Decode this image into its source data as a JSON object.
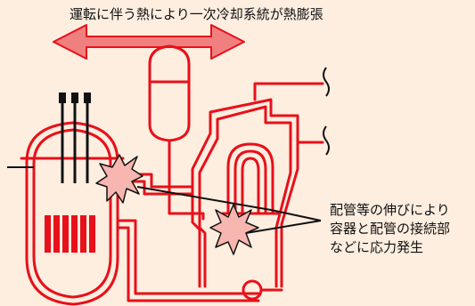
{
  "title": "運転に伴う熱により一次冷却系統が熱膨張",
  "stress_note": {
    "lines": [
      "配管等の伸びにより",
      "容器と配管の接続部",
      "などに応力発生"
    ]
  },
  "colors": {
    "background": "#fdeee0",
    "pipe": "#e8101a",
    "fuel": "#e8101a",
    "burst_fill": "#f7b6b0",
    "arrow_fill": "#f08080",
    "text": "#111111"
  },
  "icons": [
    "double-arrow-icon",
    "stress-burst-icon"
  ]
}
